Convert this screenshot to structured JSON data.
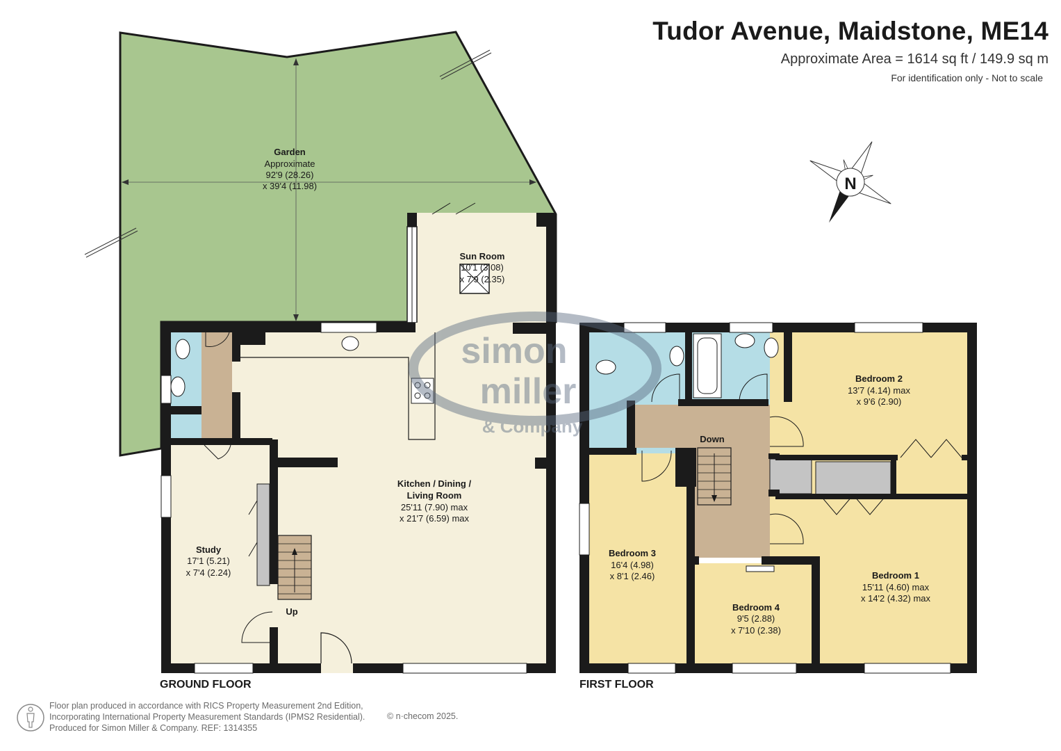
{
  "header": {
    "title": "Tudor Avenue, Maidstone, ME14",
    "area": "Approximate Area = 1614 sq ft / 149.9 sq m",
    "identification": "For identification only - Not to scale"
  },
  "compass": {
    "label": "N"
  },
  "watermark": {
    "line1": "simon",
    "line2": "miller",
    "line3": "& Company"
  },
  "floors": {
    "ground": {
      "label": "GROUND FLOOR",
      "rooms": {
        "garden": {
          "name": "Garden",
          "line1": "Approximate",
          "line2": "92'9 (28.26)",
          "line3": "x 39'4 (11.98)"
        },
        "sun_room": {
          "name": "Sun Room",
          "line1": "10'1 (3.08)",
          "line2": "x 7'9 (2.35)"
        },
        "kitchen": {
          "name1": "Kitchen / Dining /",
          "name2": "Living Room",
          "line1": "25'11 (7.90) max",
          "line2": "x 21'7 (6.59) max"
        },
        "study": {
          "name": "Study",
          "line1": "17'1 (5.21)",
          "line2": "x 7'4 (2.24)"
        }
      },
      "stairs_label": "Up"
    },
    "first": {
      "label": "FIRST FLOOR",
      "rooms": {
        "bedroom1": {
          "name": "Bedroom 1",
          "line1": "15'11 (4.60) max",
          "line2": "x 14'2 (4.32) max"
        },
        "bedroom2": {
          "name": "Bedroom 2",
          "line1": "13'7 (4.14) max",
          "line2": "x 9'6 (2.90)"
        },
        "bedroom3": {
          "name": "Bedroom 3",
          "line1": "16'4 (4.98)",
          "line2": "x 8'1 (2.46)"
        },
        "bedroom4": {
          "name": "Bedroom 4",
          "line1": "9'5 (2.88)",
          "line2": "x 7'10 (2.38)"
        }
      },
      "stairs_label": "Down"
    }
  },
  "footer": {
    "line1": "Floor plan produced in accordance with RICS Property Measurement 2nd Edition,",
    "line2": "Incorporating International Property Measurement Standards (IPMS2 Residential).",
    "line3": "Produced for Simon Miller & Company.   REF: 1314355",
    "copyright": "© n·checom 2025."
  },
  "colors": {
    "garden": "#a8c68f",
    "living": "#f5f0dc",
    "bedroom": "#f5e3a5",
    "bathroom": "#b5dde6",
    "hall": "#c9b294",
    "storage": "#c4c4c4",
    "wall": "#1b1b1b"
  }
}
